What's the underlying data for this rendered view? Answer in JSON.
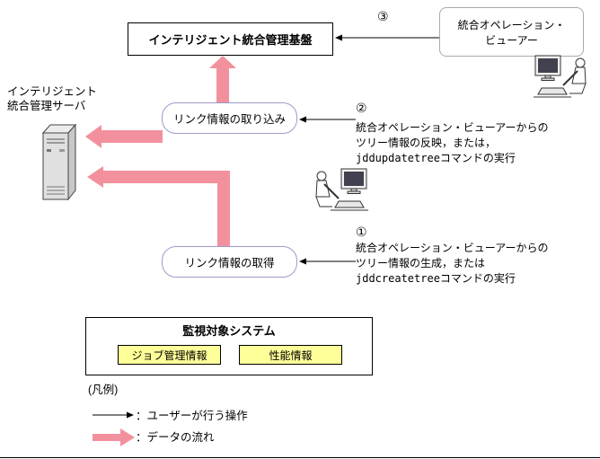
{
  "colors": {
    "flow_arrow": "#F2919D",
    "rounded_border": "#9B9BC8",
    "viewer_border": "#A9A9A9",
    "yellow_fill": "#FFFF99"
  },
  "nodes": {
    "platform": "インテリジェント統合管理基盤",
    "viewer": "統合オペレーション・\nビューアー",
    "server": "インテリジェント\n統合管理サーバ",
    "link_import": "リンク情報の取り込み",
    "link_acquire": "リンク情報の取得",
    "monitored": {
      "title": "監視対象システム",
      "job_info": "ジョブ管理情報",
      "perf_info": "性能情報"
    }
  },
  "steps": {
    "step3": {
      "num": "③"
    },
    "step2": {
      "num": "②",
      "line1": "統合オペレーション・ビューアーからの",
      "line2": "ツリー情報の反映，または，",
      "cmd": "jddupdatetree",
      "cmd_suffix": "コマンドの実行"
    },
    "step1": {
      "num": "①",
      "line1": "統合オペレーション・ビューアーからの",
      "line2": "ツリー情報の生成，または",
      "cmd": "jddcreatetree",
      "cmd_suffix": "コマンドの実行"
    }
  },
  "legend": {
    "title": "(凡例)",
    "user_op": "：ユーザーが行う操作",
    "data_flow": "：データの流れ"
  }
}
